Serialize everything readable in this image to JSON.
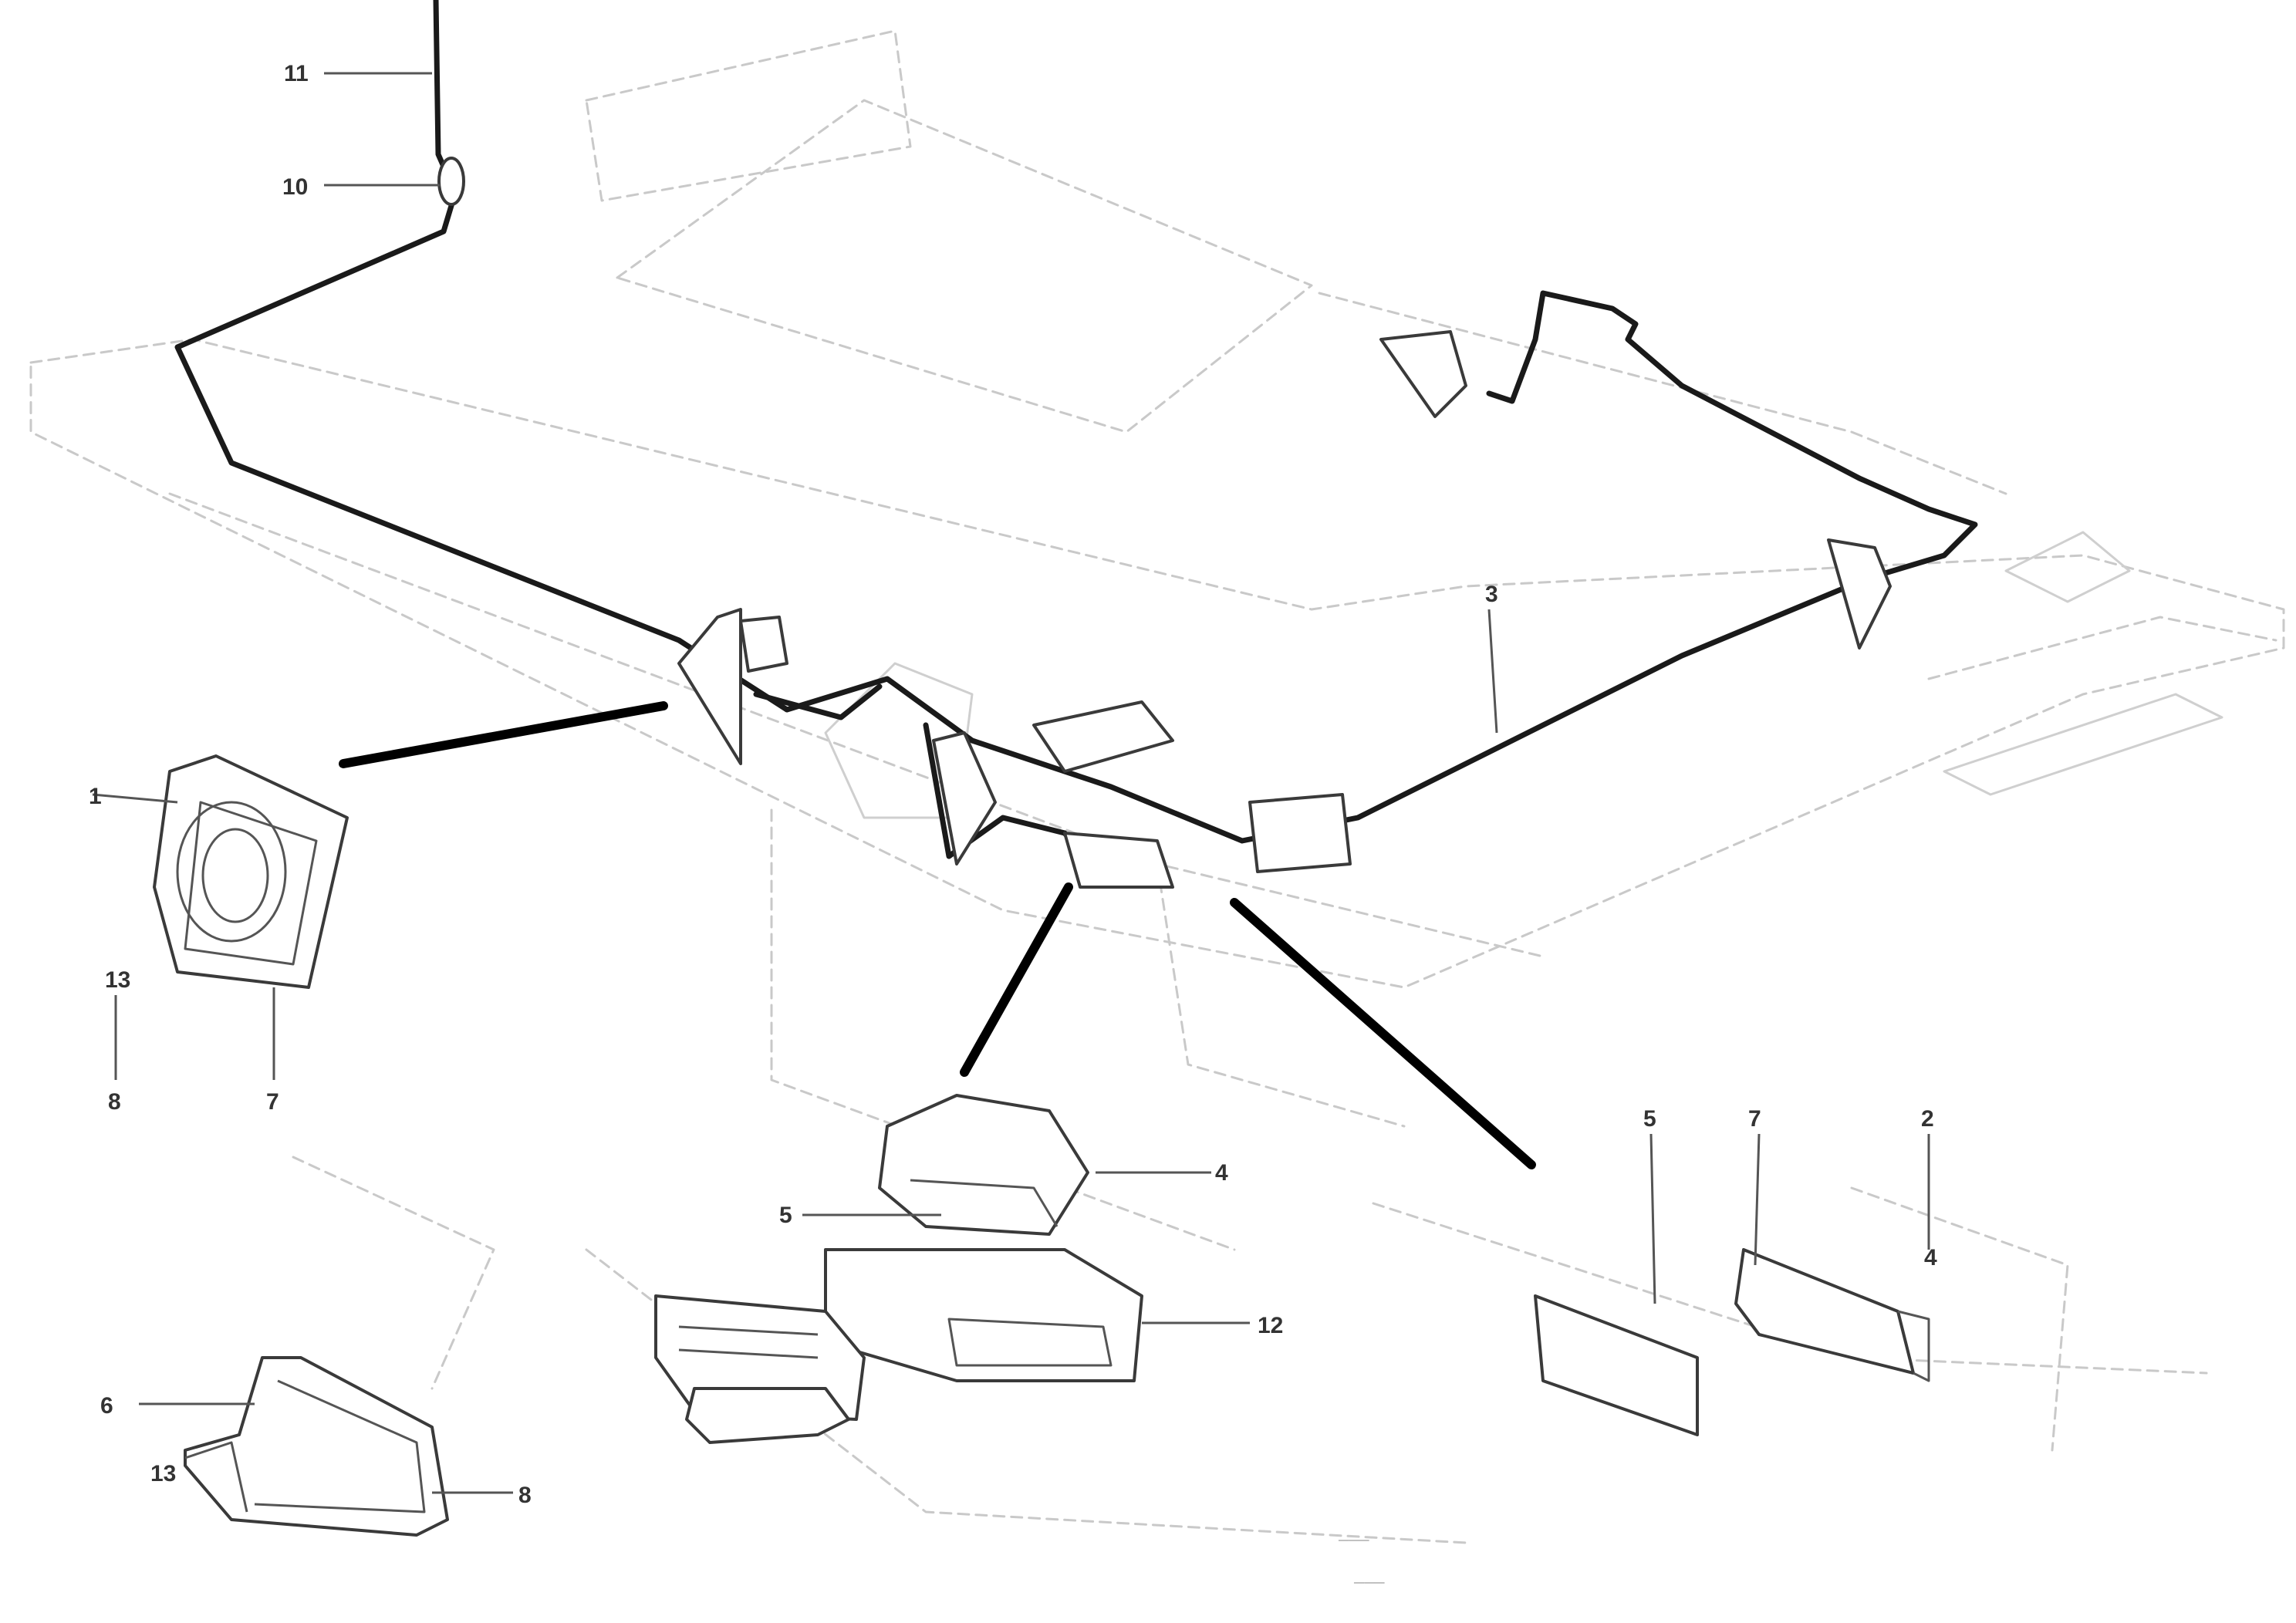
{
  "callouts": {
    "c11": "11",
    "c10": "10",
    "c3": "3",
    "c1": "1",
    "c13": "13",
    "c8a": "8",
    "c7a": "7",
    "c4a": "4",
    "c5": "5",
    "c12": "12",
    "c6": "6",
    "c13b": "13",
    "c8b": "8",
    "c5b": "5",
    "c7b": "7",
    "c2": "2",
    "c4b": "4"
  },
  "stamp": {
    "line1": "___",
    "line2": "___"
  }
}
